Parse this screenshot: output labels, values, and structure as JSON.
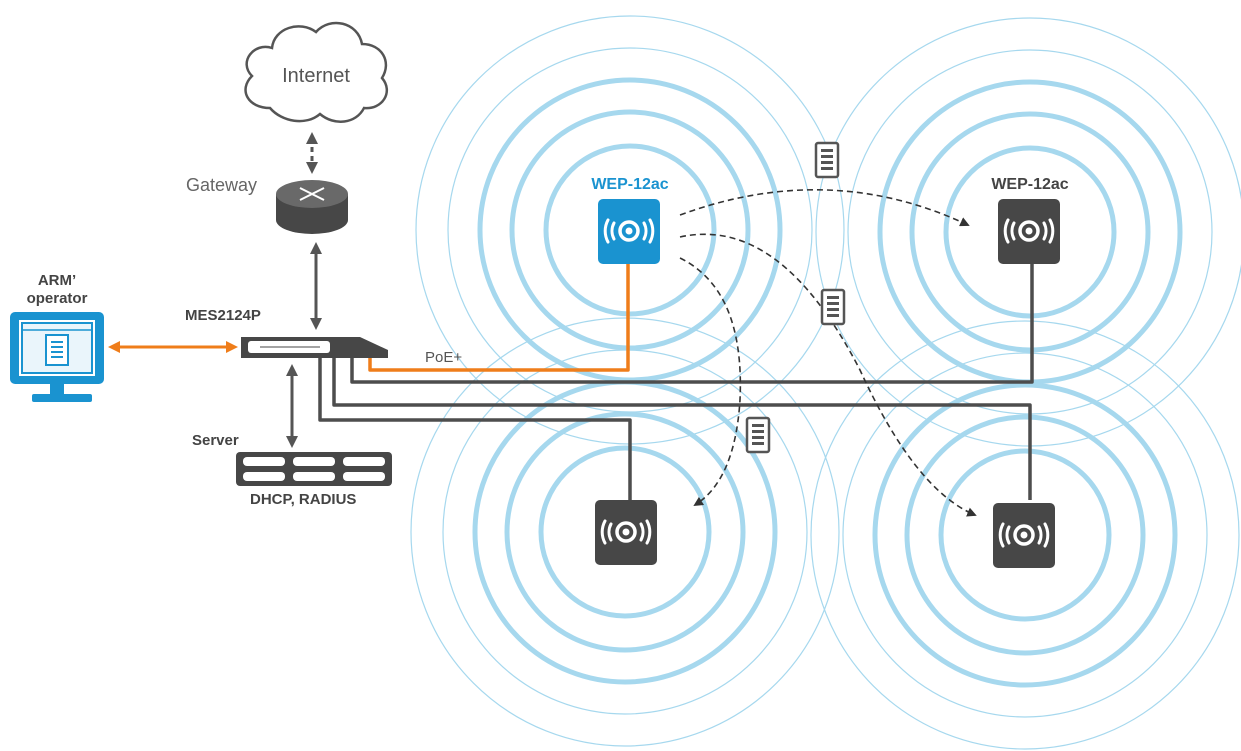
{
  "labels": {
    "internet": "Internet",
    "gateway": "Gateway",
    "arm_line1": "ARM’",
    "arm_line2": "operator",
    "switch": "MES2124P",
    "poe": "PoE+",
    "server": "Server",
    "server_services": "DHCP, RADIUS",
    "ap_main": "WEP-12ac",
    "ap_right": "WEP-12ac"
  },
  "colors": {
    "accent_blue": "#1a93d0",
    "device_dark": "#474747",
    "link_gray": "#4d4d4d",
    "poe_orange": "#ef7d1a",
    "coverage_blue": "#a6d8ee"
  },
  "icons": {
    "cloud": "cloud-icon",
    "router": "router-icon",
    "workstation": "monitor-icon",
    "switch": "switch-icon",
    "server": "server-icon",
    "access_point": "wifi-access-point-icon",
    "data_packet": "document-icon"
  }
}
